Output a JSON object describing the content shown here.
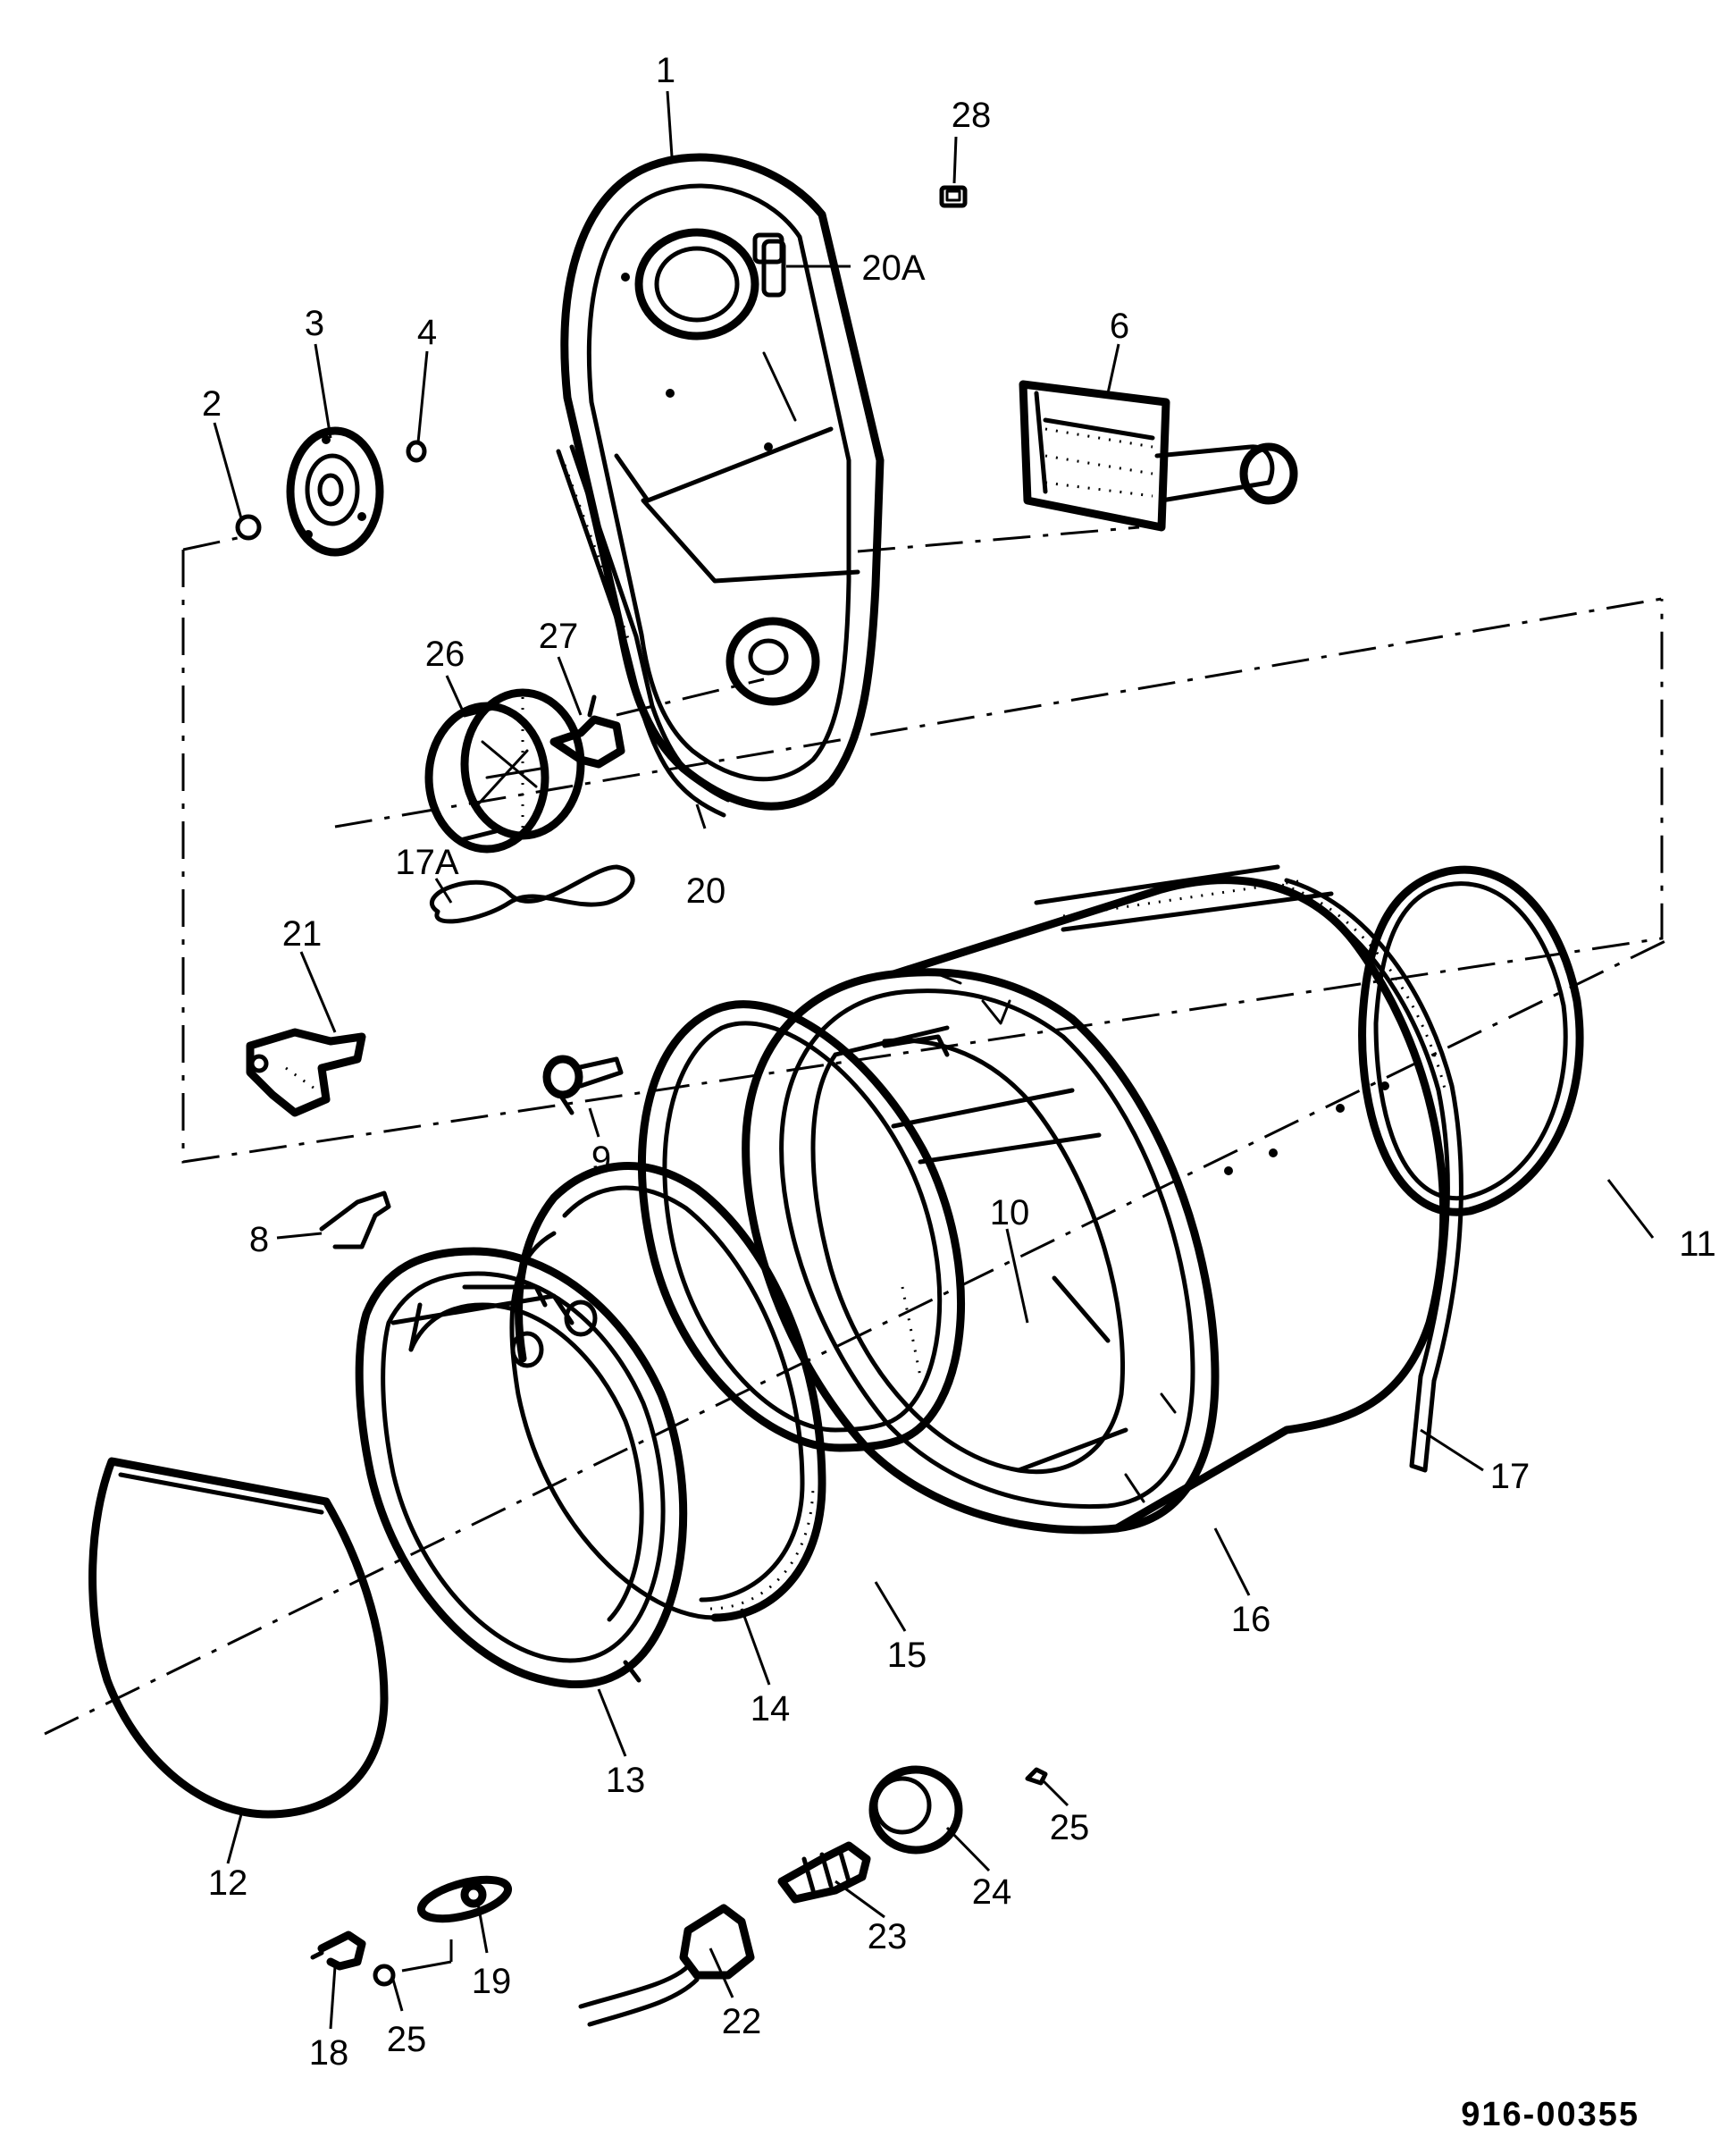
{
  "callouts": [
    {
      "id": "1",
      "text": "1"
    },
    {
      "id": "2",
      "text": "2"
    },
    {
      "id": "3",
      "text": "3"
    },
    {
      "id": "4",
      "text": "4"
    },
    {
      "id": "6",
      "text": "6"
    },
    {
      "id": "8",
      "text": "8"
    },
    {
      "id": "9",
      "text": "9"
    },
    {
      "id": "10",
      "text": "10"
    },
    {
      "id": "11",
      "text": "11"
    },
    {
      "id": "12",
      "text": "12"
    },
    {
      "id": "13",
      "text": "13"
    },
    {
      "id": "14",
      "text": "14"
    },
    {
      "id": "15",
      "text": "15"
    },
    {
      "id": "16",
      "text": "16"
    },
    {
      "id": "17",
      "text": "17"
    },
    {
      "id": "17A",
      "text": "17A"
    },
    {
      "id": "18",
      "text": "18"
    },
    {
      "id": "19",
      "text": "19"
    },
    {
      "id": "20",
      "text": "20"
    },
    {
      "id": "20A",
      "text": "20A"
    },
    {
      "id": "21",
      "text": "21"
    },
    {
      "id": "22",
      "text": "22"
    },
    {
      "id": "23",
      "text": "23"
    },
    {
      "id": "24",
      "text": "24"
    },
    {
      "id": "25a",
      "text": "25"
    },
    {
      "id": "25b",
      "text": "25"
    },
    {
      "id": "26",
      "text": "26"
    },
    {
      "id": "27",
      "text": "27"
    },
    {
      "id": "28",
      "text": "28"
    }
  ],
  "document_number": "916-00355"
}
